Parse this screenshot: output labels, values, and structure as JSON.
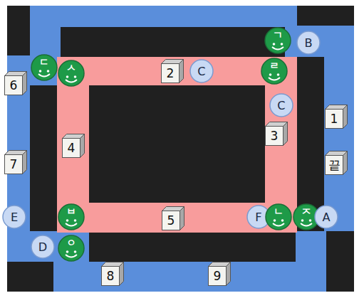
{
  "diagram": {
    "nodes": [
      {
        "text": [
          "ㄱ"
        ]
      },
      {
        "text": [
          "B"
        ]
      },
      {
        "text": [
          "ㄷ"
        ]
      },
      {
        "text": [
          "ㅅ"
        ]
      },
      {
        "text": [
          "2"
        ]
      },
      {
        "text": [
          "C"
        ]
      },
      {
        "text": [
          "ㄹ"
        ]
      },
      {
        "text": [
          "6"
        ]
      },
      {
        "text": [
          "C"
        ]
      },
      {
        "text": [
          "1"
        ]
      },
      {
        "text": [
          "3"
        ]
      },
      {
        "text": [
          "4"
        ]
      },
      {
        "text": [
          "7"
        ]
      },
      {
        "text": [
          "끝"
        ]
      },
      {
        "text": [
          "E"
        ]
      },
      {
        "text": [
          "ㅂ"
        ]
      },
      {
        "text": [
          "5"
        ]
      },
      {
        "text": [
          "F"
        ]
      },
      {
        "text": [
          "ㄴ"
        ]
      },
      {
        "text": [
          "ㅈ"
        ]
      },
      {
        "text": [
          "A"
        ]
      },
      {
        "text": [
          "D"
        ]
      },
      {
        "text": [
          "ㅇ"
        ]
      },
      {
        "text": [
          "8"
        ]
      },
      {
        "text": [
          "9"
        ]
      }
    ]
  }
}
